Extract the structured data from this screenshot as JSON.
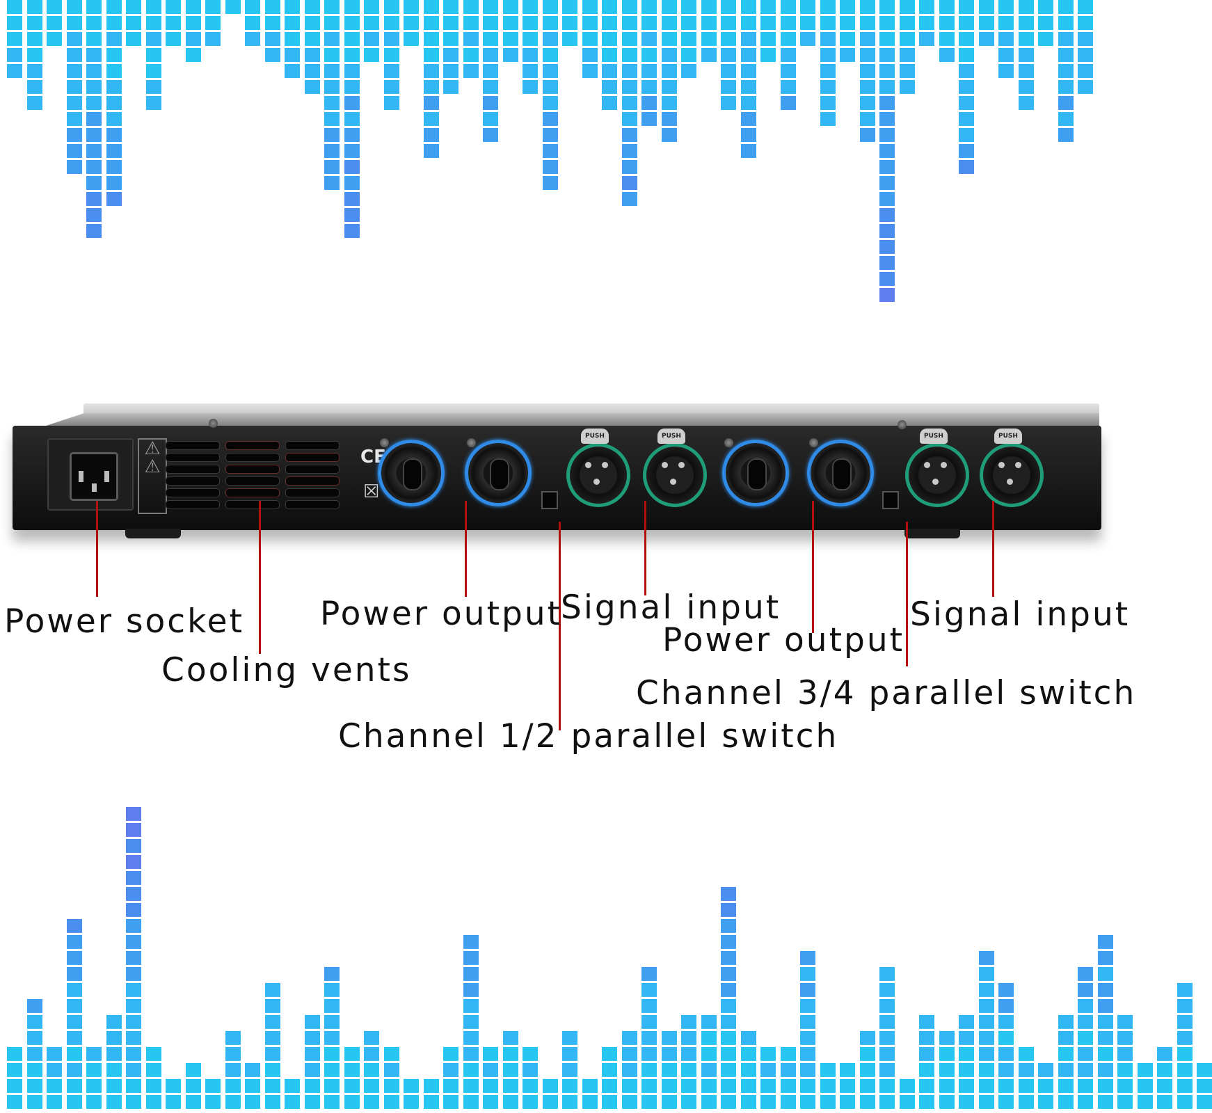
{
  "callouts": {
    "power_socket": "Power socket",
    "cooling_vents": "Cooling vents",
    "power_output_1": "Power output",
    "signal_input_1": "Signal input",
    "power_output_2": "Power output",
    "signal_input_2": "Signal input",
    "channel_34_switch": "Channel 3/4 parallel switch",
    "channel_12_switch": "Channel 1/2 parallel switch"
  },
  "panel_marks": {
    "ce_mark": "CE",
    "push_label": "PUSH"
  },
  "colors": {
    "callout_line": "#b30f0f",
    "speakon_ring": "#2f8be6",
    "xlr_ring": "#1f9d78",
    "eq_cyan": "#27c6f2",
    "eq_blue": "#3f8cf0",
    "eq_violet": "#8a4cf2"
  },
  "icons": [
    "power-socket-icon",
    "warning-triangle-icon",
    "ce-mark-icon",
    "weee-bin-icon",
    "speakon-connector-icon",
    "xlr-connector-icon",
    "push-tab-icon",
    "screw-icon",
    "parallel-switch-icon"
  ]
}
